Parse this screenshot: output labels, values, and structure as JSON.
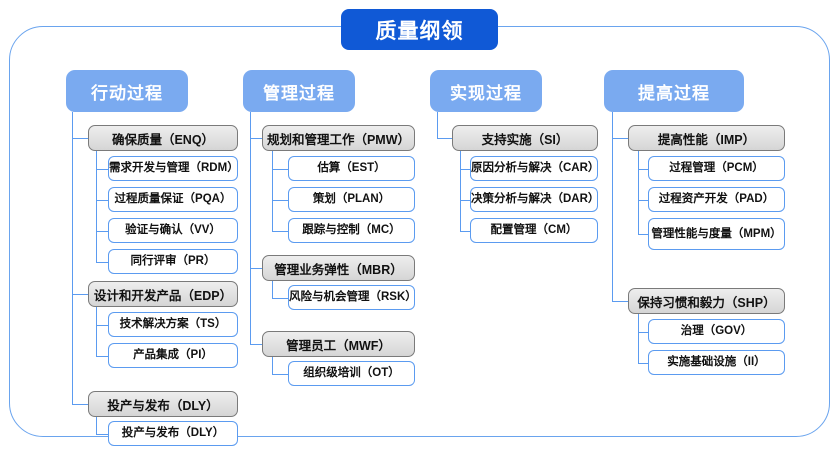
{
  "root": {
    "title": "质量纲领"
  },
  "columns": [
    {
      "id": "col-action",
      "header": "行动过程",
      "groups": [
        {
          "label": "确保质量（ENQ）",
          "children": [
            "需求开发与管理（RDM）",
            "过程质量保证（PQA）",
            "验证与确认（VV）",
            "同行评审（PR）"
          ]
        },
        {
          "label": "设计和开发产品（EDP）",
          "children": [
            "技术解决方案（TS）",
            "产品集成（PI）"
          ]
        },
        {
          "label": "投产与发布（DLY）",
          "children": [
            "投产与发布（DLY）"
          ]
        }
      ]
    },
    {
      "id": "col-manage",
      "header": "管理过程",
      "groups": [
        {
          "label": "规划和管理工作（PMW）",
          "children": [
            "估算（EST）",
            "策划（PLAN）",
            "跟踪与控制（MC）"
          ]
        },
        {
          "label": "管理业务弹性（MBR）",
          "children": [
            "风险与机会管理（RSK）"
          ]
        },
        {
          "label": "管理员工（MWF）",
          "children": [
            "组织级培训（OT）"
          ]
        }
      ]
    },
    {
      "id": "col-implement",
      "header": "实现过程",
      "groups": [
        {
          "label": "支持实施（SI）",
          "children": [
            "原因分析与解决（CAR）",
            "决策分析与解决（DAR）",
            "配置管理（CM）"
          ]
        }
      ]
    },
    {
      "id": "col-improve",
      "header": "提高过程",
      "groups": [
        {
          "label": "提高性能（IMP）",
          "children": [
            "过程管理（PCM）",
            "过程资产开发（PAD）",
            "管理性能与度量（MPM）"
          ]
        },
        {
          "label": "保持习惯和毅力（SHP）",
          "children": [
            "治理（GOV）",
            "实施基础设施（II）"
          ]
        }
      ]
    }
  ],
  "colors": {
    "root_badge": "#1059d6",
    "column_header": "#7aaaf0",
    "frame_border": "#6aa4ee",
    "leaf_border": "#5b9bf0",
    "group_border": "#7a7a7a",
    "connector": "#5b9bf0"
  }
}
